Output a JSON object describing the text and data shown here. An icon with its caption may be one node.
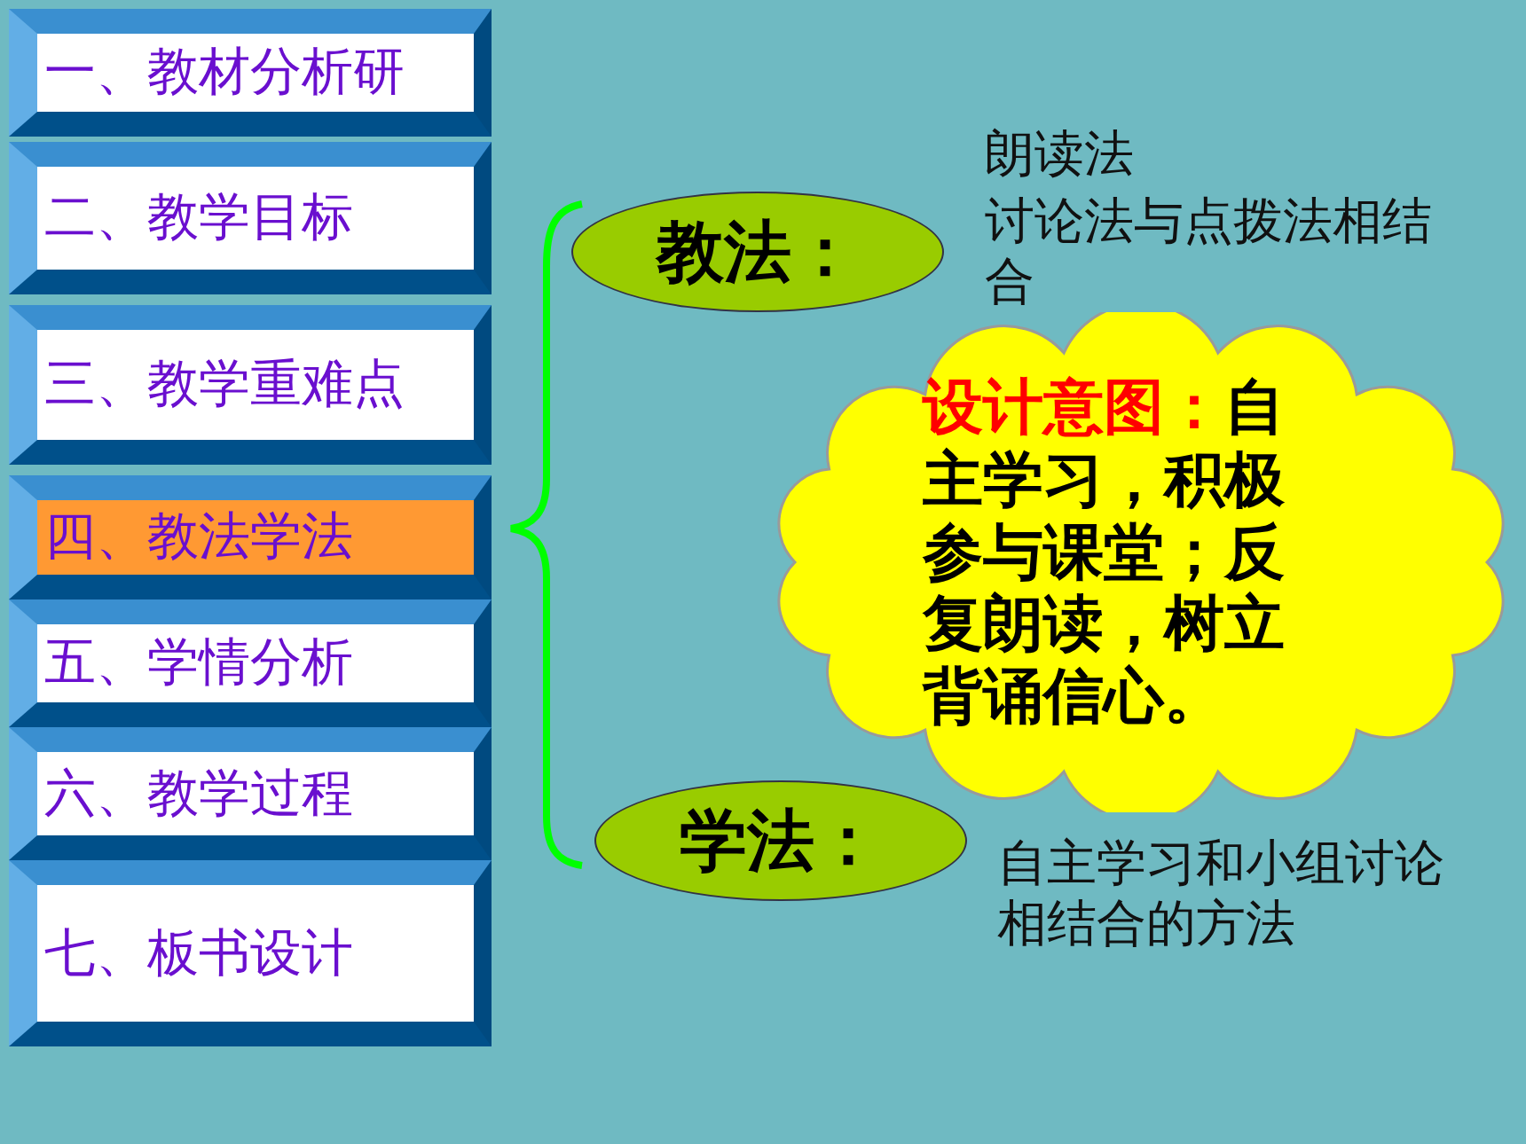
{
  "diagram": {
    "nodes": [
      {
        "text": [
          "一、教材分析研"
        ]
      },
      {
        "text": [
          "二、教学目标"
        ]
      },
      {
        "text": [
          "三、教学重难点"
        ]
      },
      {
        "text": [
          "四、教法学法"
        ]
      },
      {
        "text": [
          "五、学情分析"
        ]
      },
      {
        "text": [
          "六、教学过程"
        ]
      },
      {
        "text": [
          "七、板书设计"
        ]
      },
      {
        "text": [
          "教法："
        ],
        "beside": [
          "朗读法",
          "讨论法与点拨法相结合"
        ]
      },
      {
        "text": [
          "**设计意图：**自主学习，积极参与课堂；反复朗读，树立背诵信心。"
        ]
      },
      {
        "text": [
          "学法："
        ],
        "beside": [
          "自主学习和小组讨论相结合的方法"
        ]
      }
    ]
  }
}
